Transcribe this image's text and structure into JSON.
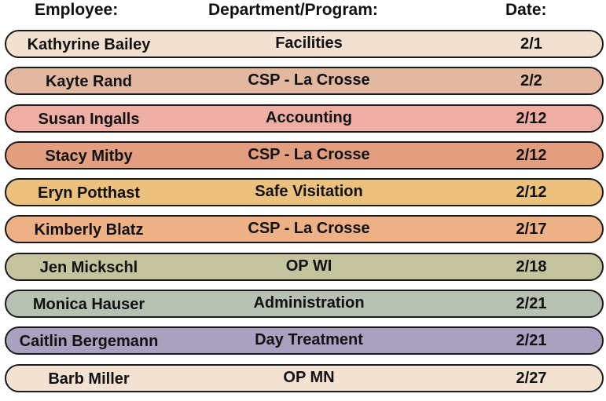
{
  "headers": {
    "employee": "Employee:",
    "department": "Department/Program:",
    "date": "Date:"
  },
  "rows": [
    {
      "employee": "Kathyrine Bailey",
      "department": "Facilities",
      "date": "2/1",
      "color": "#f2e1d0"
    },
    {
      "employee": "Kayte Rand",
      "department": "CSP - La Crosse",
      "date": "2/2",
      "color": "#e2b8a0"
    },
    {
      "employee": "Susan Ingalls",
      "department": "Accounting",
      "date": "2/12",
      "color": "#efaea3"
    },
    {
      "employee": "Stacy Mitby",
      "department": "CSP - La Crosse",
      "date": "2/12",
      "color": "#e39e7f"
    },
    {
      "employee": "Eryn Potthast",
      "department": "Safe Visitation",
      "date": "2/12",
      "color": "#ecc17e"
    },
    {
      "employee": "Kimberly Blatz",
      "department": "CSP - La Crosse",
      "date": "2/17",
      "color": "#eeb186"
    },
    {
      "employee": "Jen Mickschl",
      "department": "OP WI",
      "date": "2/18",
      "color": "#c3c49e"
    },
    {
      "employee": "Monica Hauser",
      "department": "Administration",
      "date": "2/21",
      "color": "#b7c1b2"
    },
    {
      "employee": "Caitlin Bergemann",
      "department": "Day Treatment",
      "date": "2/21",
      "color": "#aaa0c0"
    },
    {
      "employee": "Barb Miller",
      "department": "OP MN",
      "date": "2/27",
      "color": "#f3e1d1"
    }
  ]
}
